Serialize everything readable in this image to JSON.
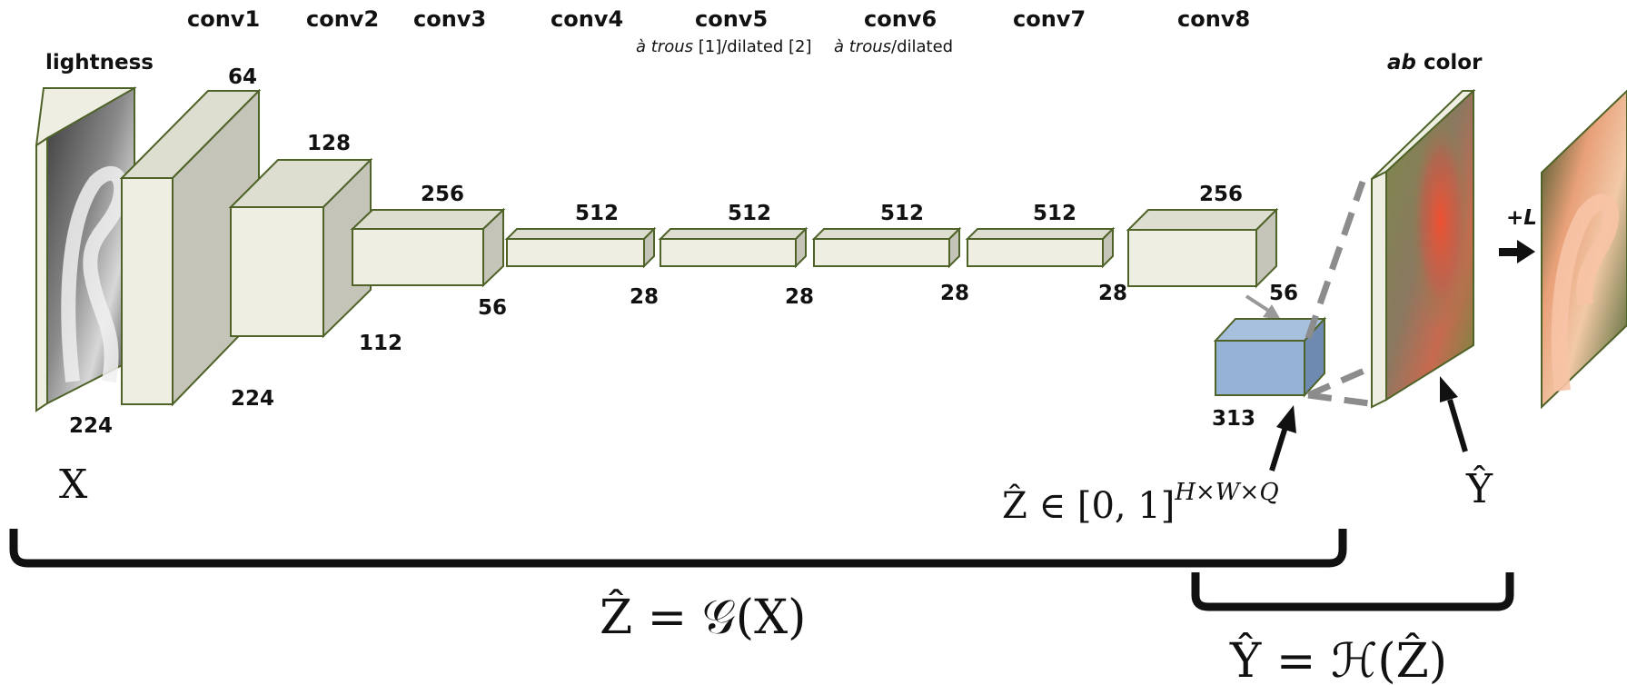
{
  "layers": [
    {
      "name": "conv1",
      "depth_label": "64",
      "spatial_label": "224"
    },
    {
      "name": "conv2",
      "depth_label": "128",
      "spatial_label": "112"
    },
    {
      "name": "conv3",
      "depth_label": "256",
      "spatial_label": "56"
    },
    {
      "name": "conv4",
      "depth_label": "512",
      "spatial_label": "28"
    },
    {
      "name": "conv5",
      "depth_label": "512",
      "spatial_label": "28"
    },
    {
      "name": "conv6",
      "depth_label": "512",
      "spatial_label": "28"
    },
    {
      "name": "conv7",
      "depth_label": "512",
      "spatial_label": "28"
    },
    {
      "name": "conv8",
      "depth_label": "256",
      "spatial_label": "56"
    }
  ],
  "notes": {
    "conv5_a": "à trous",
    "conv5_b": " [1]/dilated [2]",
    "conv6_a": "à trous",
    "conv6_b": "/dilated"
  },
  "input": {
    "title": "lightness",
    "size_label": "224",
    "symbol": "X"
  },
  "output": {
    "title_italic": "ab",
    "title_rest": " color",
    "symbol": "Ŷ",
    "plus_label": "+L"
  },
  "distribution": {
    "depth_label": "313",
    "formula": "Ẑ ∈ [0, 1]",
    "superscript": "H×W×Q"
  },
  "equations": {
    "g": "Ẑ = 𝒢(X)",
    "h": "Ŷ = ℋ(Ẑ)"
  },
  "colors": {
    "box_front": "#EEEEE2",
    "box_side": "#C4C4B8",
    "box_stroke": "#4F6228",
    "q_box_front": "#95B3D7",
    "q_box_side": "#6E8AB0"
  }
}
